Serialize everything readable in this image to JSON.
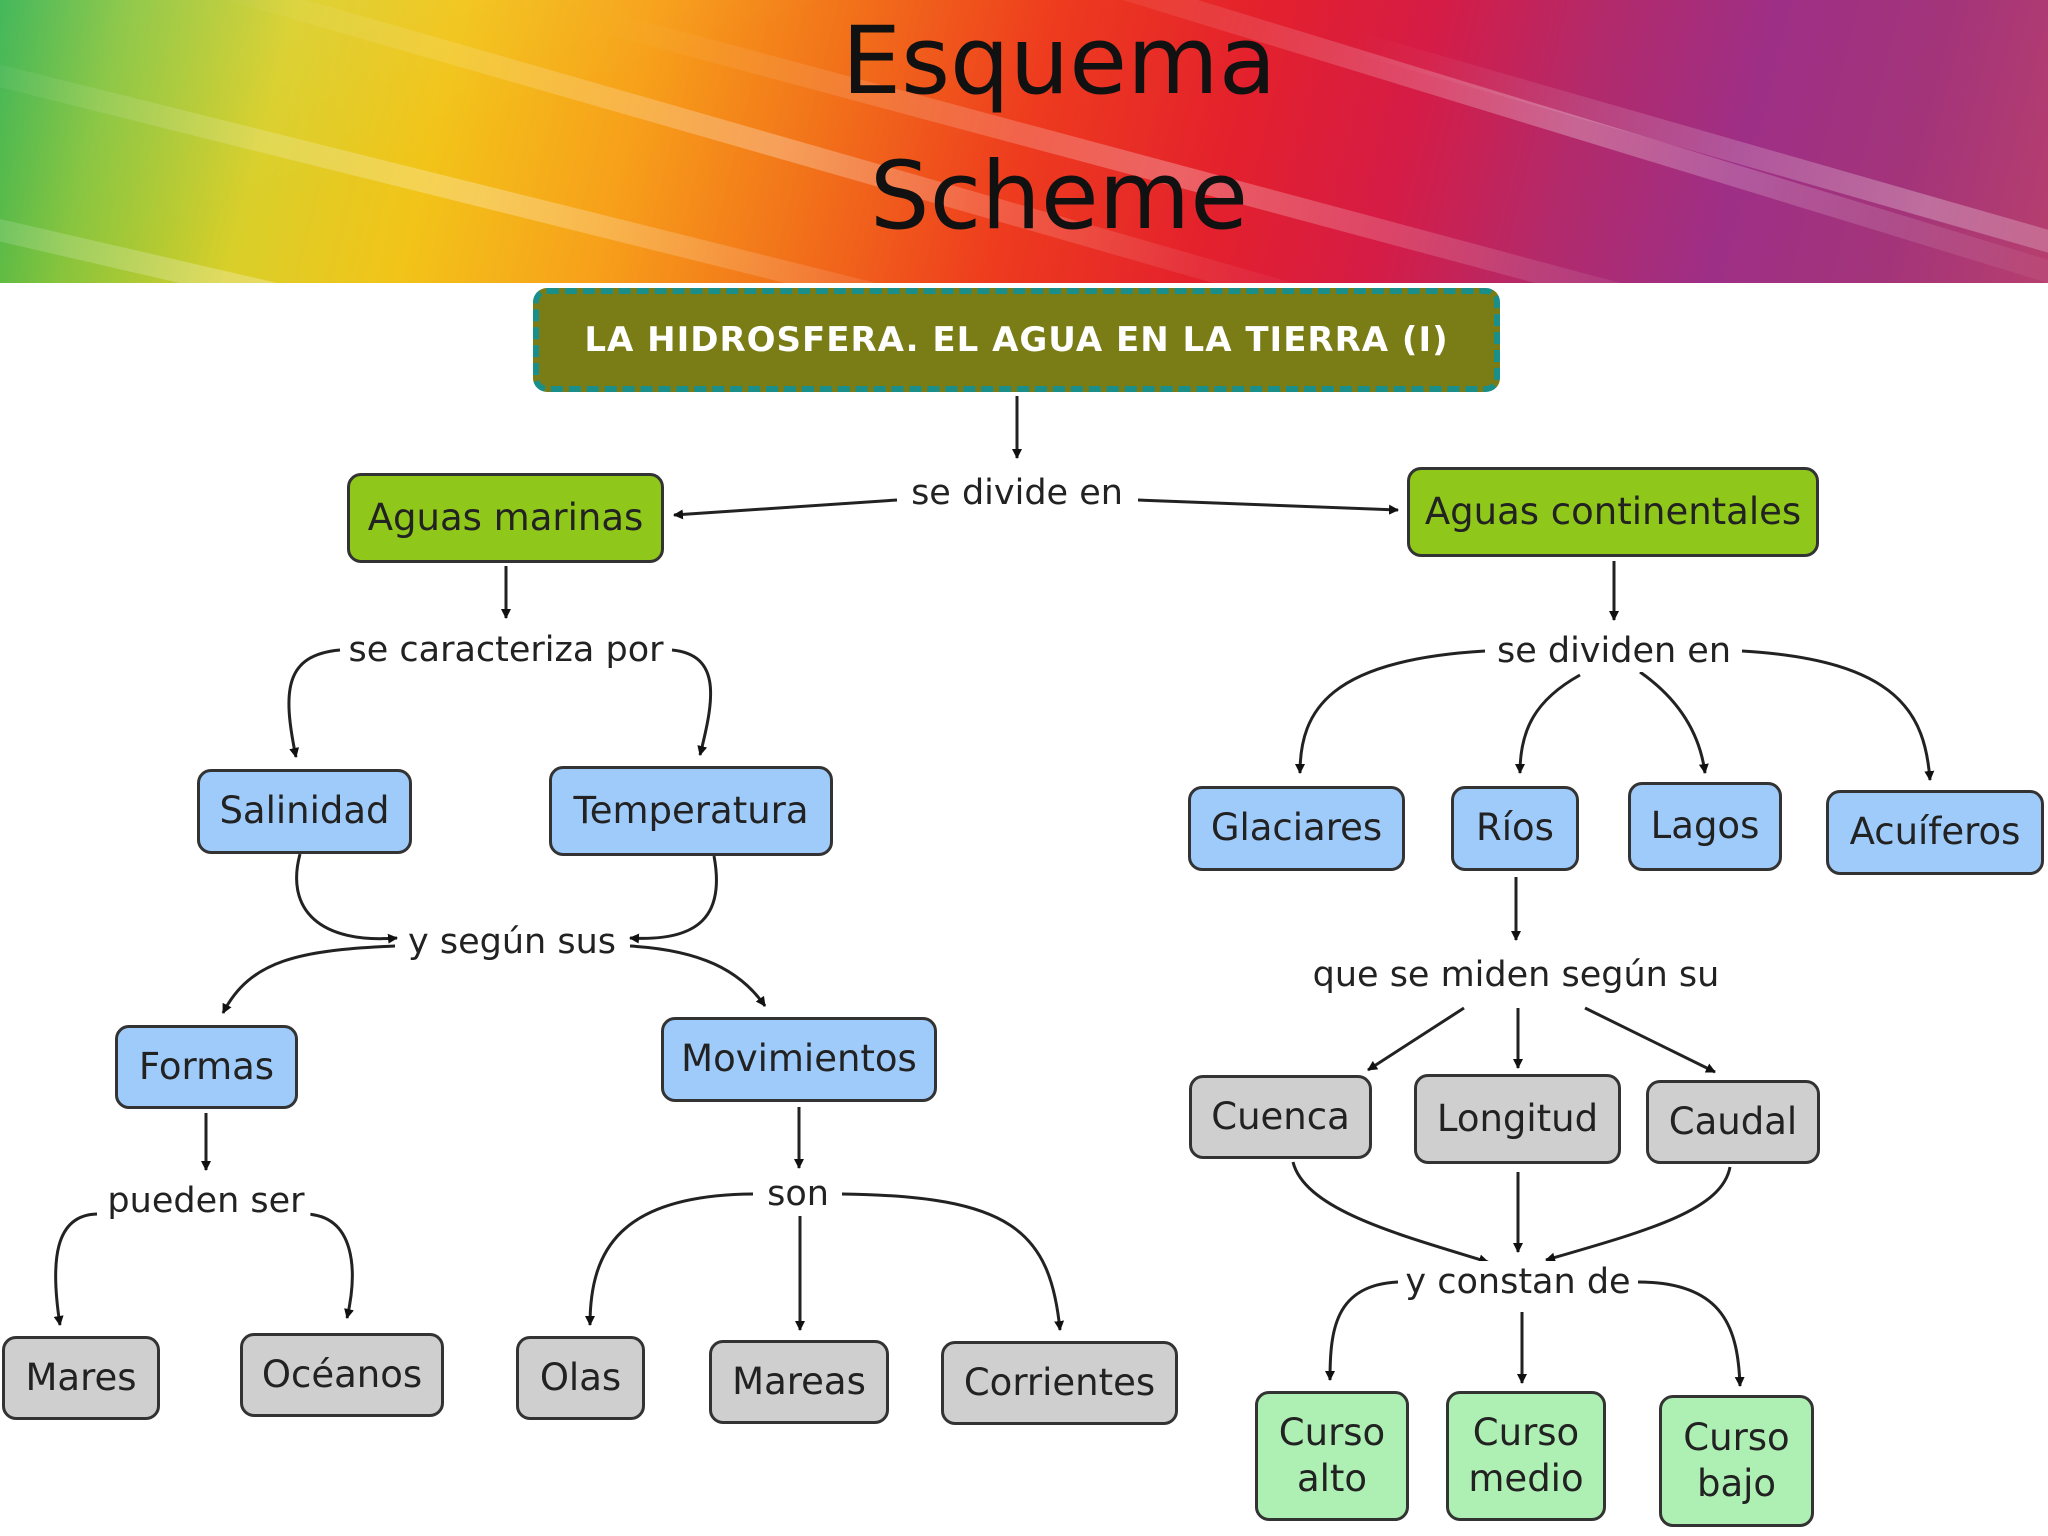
{
  "header": {
    "title_line1": "Esquema",
    "title_line2": "Scheme"
  },
  "diagram": {
    "root": "LA HIDROSFERA. EL AGUA EN LA TIERRA (I)",
    "links": {
      "divide": "se divide en",
      "caracteriza": "se caracteriza por",
      "segun": "y según sus",
      "pueden": "pueden ser",
      "son": "son",
      "dividen": "se dividen en",
      "miden": "que se miden según su",
      "constan": "y constan de"
    },
    "nodes": {
      "aguas_marinas": "Aguas marinas",
      "aguas_continentales": "Aguas continentales",
      "salinidad": "Salinidad",
      "temperatura": "Temperatura",
      "formas": "Formas",
      "movimientos": "Movimientos",
      "mares": "Mares",
      "oceanos": "Océanos",
      "olas": "Olas",
      "mareas": "Mareas",
      "corrientes": "Corrientes",
      "glaciares": "Glaciares",
      "rios": "Ríos",
      "lagos": "Lagos",
      "acuiferos": "Acuíferos",
      "cuenca": "Cuenca",
      "longitud": "Longitud",
      "caudal": "Caudal",
      "curso_alto": "Curso\nalto",
      "curso_medio": "Curso\nmedio",
      "curso_bajo": "Curso\nbajo"
    },
    "colors": {
      "root_fill": "#7a7c16",
      "root_border": "#1a8f8a",
      "green": "#8fc81a",
      "blue": "#9fcbfa",
      "gray": "#cfcfcf",
      "light_green": "#aef0b4"
    }
  }
}
